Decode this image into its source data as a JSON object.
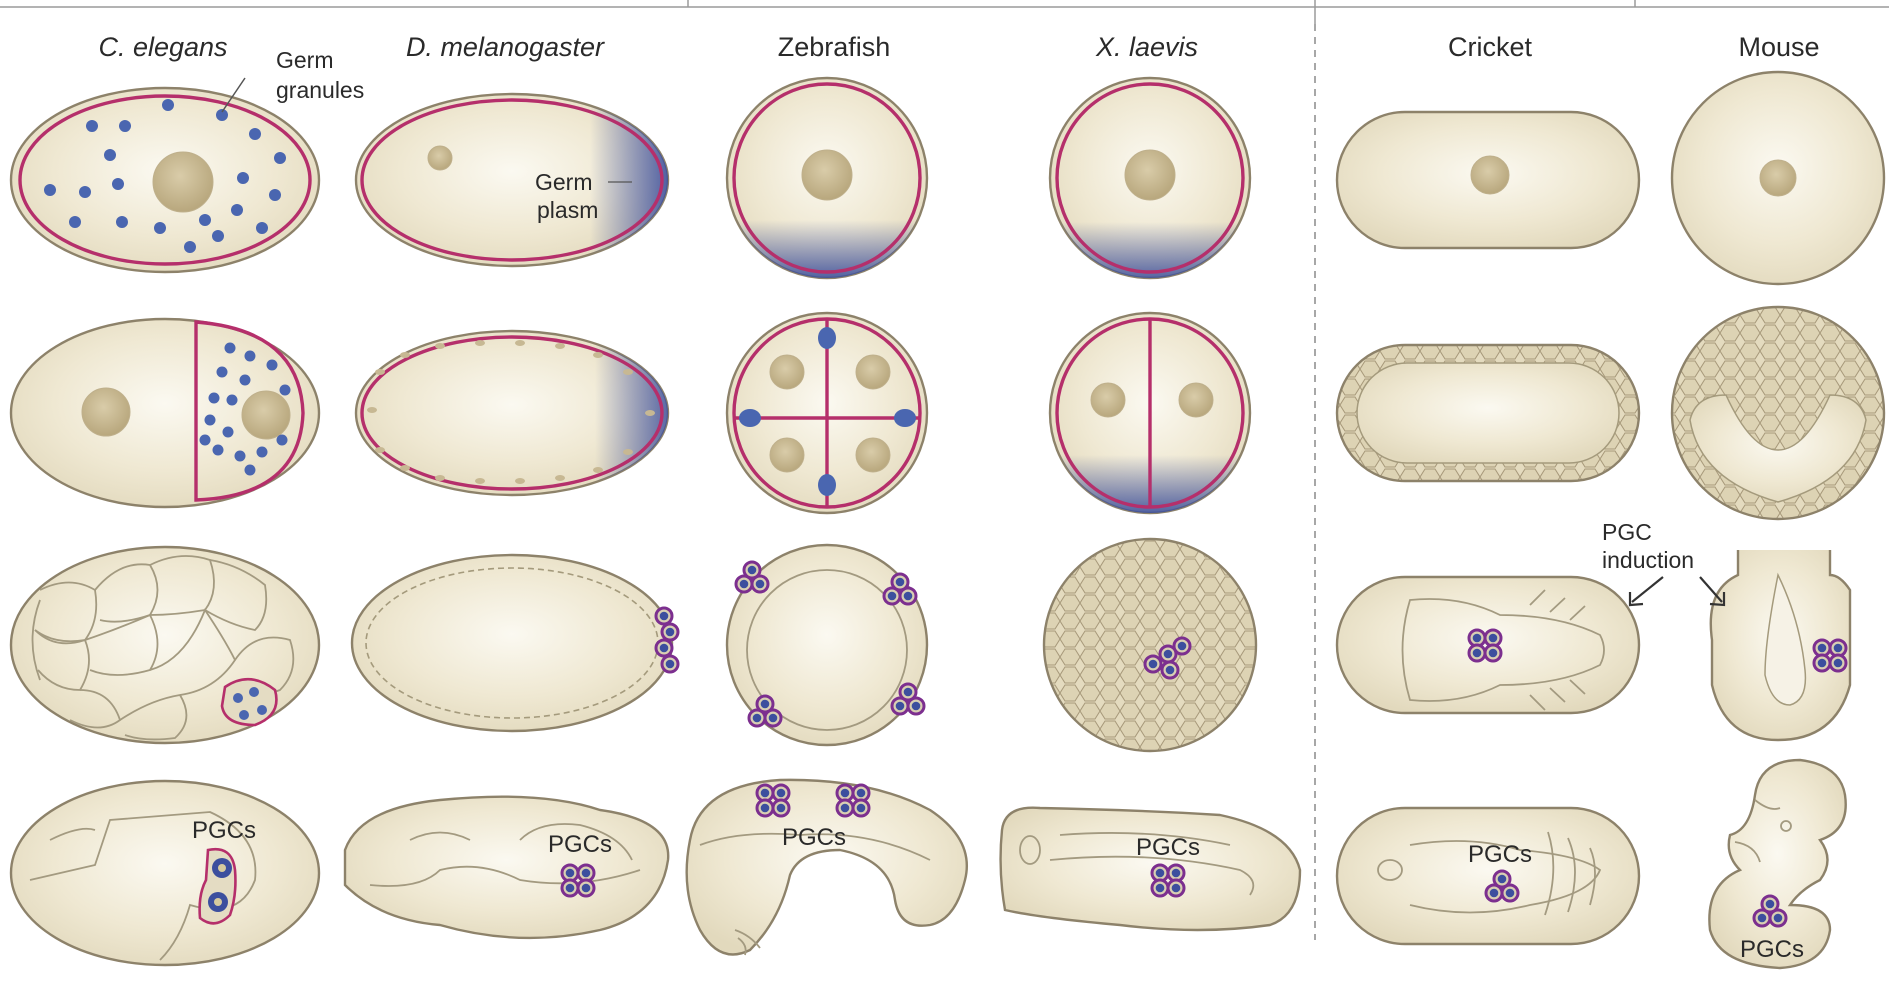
{
  "columns": {
    "c_elegans": "C. elegans",
    "d_melanogaster": "D. melanogaster",
    "zebrafish": "Zebrafish",
    "x_laevis": "X. laevis",
    "cricket": "Cricket",
    "mouse": "Mouse"
  },
  "annotations": {
    "germ_granules_1": "Germ",
    "germ_granules_2": "granules",
    "germ_plasm_1": "Germ",
    "germ_plasm_2": "plasm",
    "pgc_induction_1": "PGC",
    "pgc_induction_2": "induction",
    "pgcs": "PGCs"
  },
  "colors": {
    "embryo_fill": "#ebe3ca",
    "membrane": "#b52f6b",
    "germ_plasm": "#3c4f9e",
    "pgc_ring": "#7c2f8f",
    "nucleus": "#c7b893"
  }
}
